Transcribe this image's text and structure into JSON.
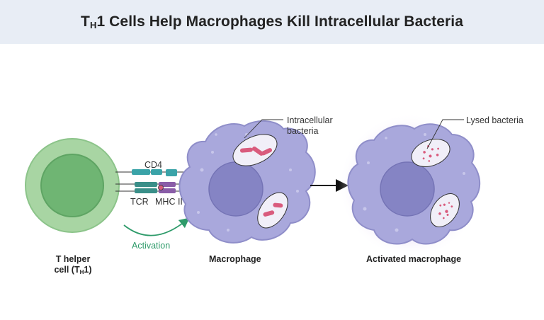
{
  "title": {
    "prefix": "T",
    "sub": "H",
    "rest": "1 Cells Help Macrophages Kill Intracellular Bacteria"
  },
  "labels": {
    "cd4": "CD4",
    "tcr": "TCR",
    "mhc": "MHC II",
    "activation": "Activation",
    "intracellular_line1": "Intracellular",
    "intracellular_line2": "bacteria",
    "lysed": "Lysed bacteria",
    "macrophage": "Macrophage",
    "activated_macrophage": "Activated macrophage",
    "thelper_line1": "T helper",
    "thelper_line2_prefix": "cell (T",
    "thelper_line2_sub": "H",
    "thelper_line2_suffix": "1)"
  },
  "colors": {
    "tcell_outer": "#a8d5a3",
    "tcell_nucleus": "#6fb573",
    "macrophage_body": "#a9a8dc",
    "macrophage_nucleus": "#8584c4",
    "bacteria": "#d95b7d",
    "tcr": "#3a8f89",
    "mhc": "#8a5da8",
    "activation_arrow": "#2e9b6a",
    "glow": "#d9c8f0"
  }
}
